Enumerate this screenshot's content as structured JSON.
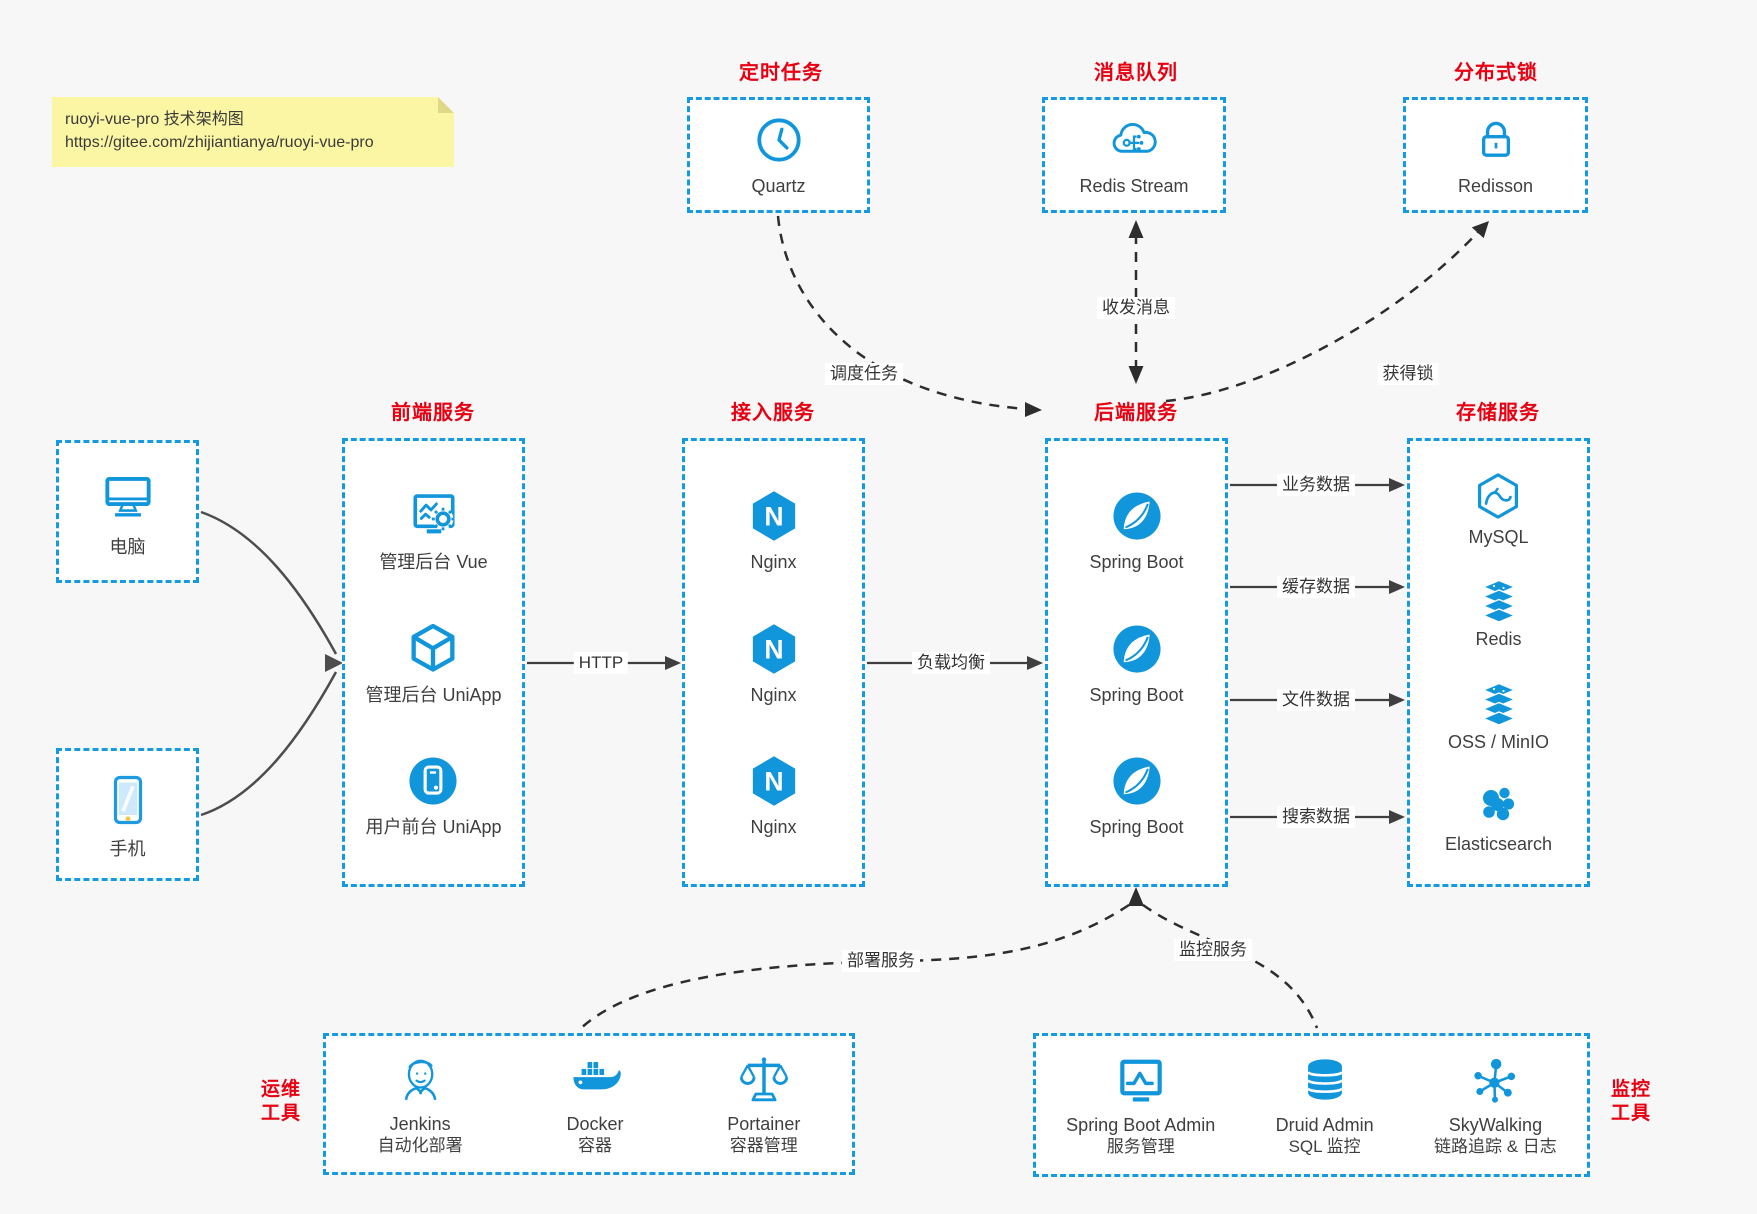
{
  "note": {
    "line1": "ruoyi-vue-pro 技术架构图",
    "line2": "https://gitee.com/zhijiantianya/ruoyi-vue-pro"
  },
  "top_groups": [
    {
      "title": "定时任务",
      "label": "Quartz"
    },
    {
      "title": "消息队列",
      "label": "Redis Stream"
    },
    {
      "title": "分布式锁",
      "label": "Redisson"
    }
  ],
  "clients": [
    {
      "label": "电脑"
    },
    {
      "label": "手机"
    }
  ],
  "columns": [
    {
      "title": "前端服务",
      "items": [
        {
          "label": "管理后台 Vue"
        },
        {
          "label": "管理后台 UniApp"
        },
        {
          "label": "用户前台 UniApp"
        }
      ]
    },
    {
      "title": "接入服务",
      "items": [
        {
          "label": "Nginx"
        },
        {
          "label": "Nginx"
        },
        {
          "label": "Nginx"
        }
      ]
    },
    {
      "title": "后端服务",
      "items": [
        {
          "label": "Spring Boot"
        },
        {
          "label": "Spring Boot"
        },
        {
          "label": "Spring Boot"
        }
      ]
    },
    {
      "title": "存储服务",
      "items": [
        {
          "label": "MySQL"
        },
        {
          "label": "Redis"
        },
        {
          "label": "OSS / MinIO"
        },
        {
          "label": "Elasticsearch"
        }
      ]
    }
  ],
  "edge_labels": {
    "http": "HTTP",
    "load_balance": "负载均衡",
    "schedule": "调度任务",
    "message": "收发消息",
    "lock": "获得锁",
    "business": "业务数据",
    "cache": "缓存数据",
    "file": "文件数据",
    "search": "搜索数据",
    "deploy": "部署服务",
    "monitor": "监控服务"
  },
  "ops_group": {
    "side_title_line1": "运维",
    "side_title_line2": "工具",
    "items": [
      {
        "name": "Jenkins",
        "desc": "自动化部署"
      },
      {
        "name": "Docker",
        "desc": "容器"
      },
      {
        "name": "Portainer",
        "desc": "容器管理"
      }
    ]
  },
  "monitor_group": {
    "side_title_line1": "监控",
    "side_title_line2": "工具",
    "items": [
      {
        "name": "Spring Boot Admin",
        "desc": "服务管理"
      },
      {
        "name": "Druid Admin",
        "desc": "SQL 监控"
      },
      {
        "name": "SkyWalking",
        "desc": "链路追踪 & 日志"
      }
    ]
  },
  "colors": {
    "accent_blue": "#1296db",
    "border_blue": "#1499e2",
    "title_red": "#e60012",
    "background": "#f7f7f7"
  }
}
